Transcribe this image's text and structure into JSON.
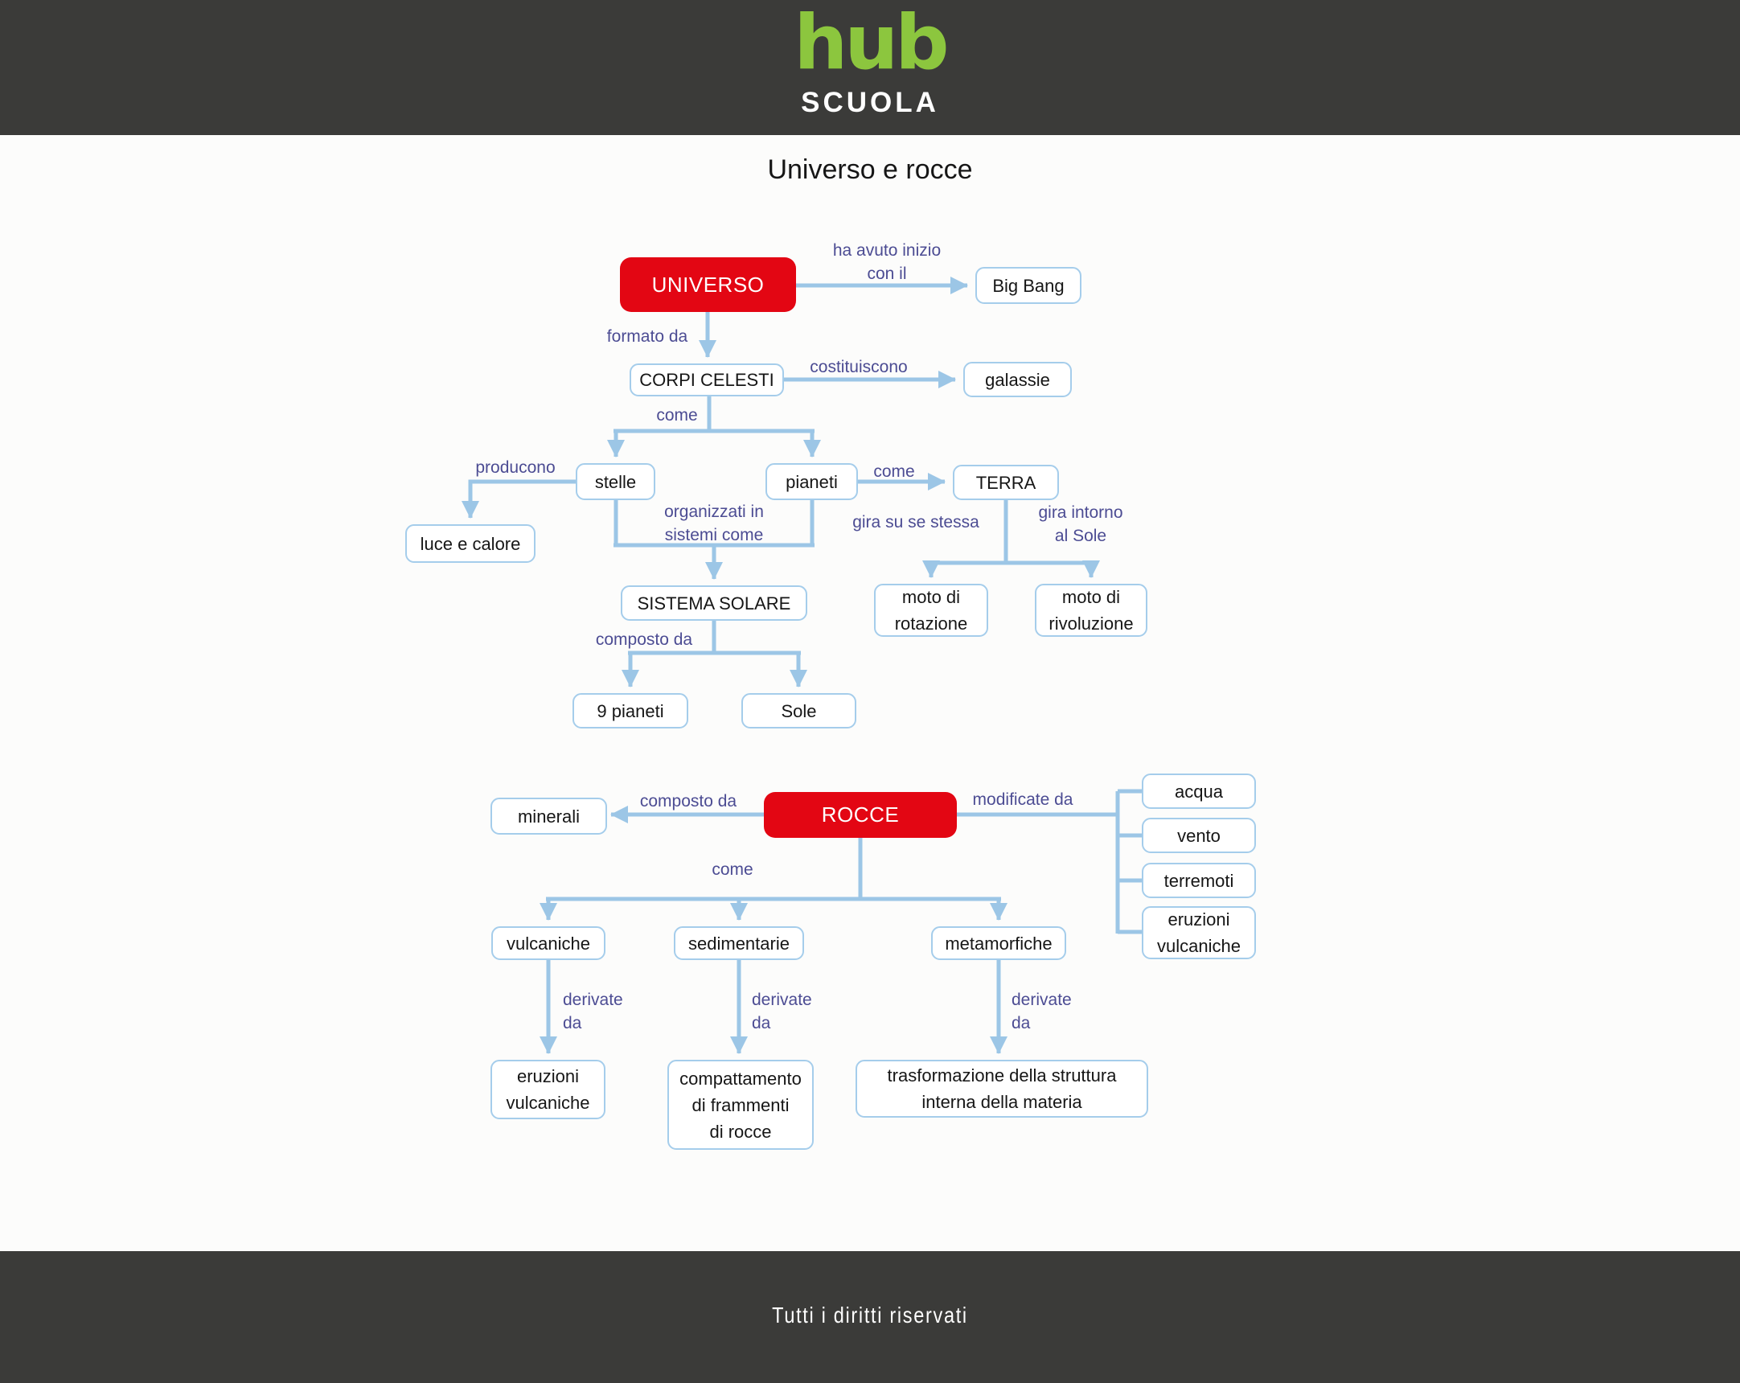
{
  "header": {
    "logo_main": "hub",
    "logo_sub": "SCUOLA"
  },
  "title": "Universo e rocce",
  "footer": {
    "copyright": "Tutti i diritti riservati"
  },
  "map": {
    "nodes": {
      "universo": "UNIVERSO",
      "big_bang": "Big Bang",
      "corpi_celesti": "CORPI CELESTI",
      "galassie": "galassie",
      "stelle": "stelle",
      "pianeti": "pianeti",
      "terra": "TERRA",
      "luce_e_calore": "luce e calore",
      "sistema_solare": "SISTEMA SOLARE",
      "moto_di_rotazione": "moto di\nrotazione",
      "moto_di_rivoluzione": "moto di\nrivoluzione",
      "nove_pianeti": "9 pianeti",
      "sole": "Sole",
      "rocce": "ROCCE",
      "minerali": "minerali",
      "acqua": "acqua",
      "vento": "vento",
      "terremoti": "terremoti",
      "eruzioni_vulcaniche_mod": "eruzioni\nvulcaniche",
      "vulcaniche": "vulcaniche",
      "sedimentarie": "sedimentarie",
      "metamorfiche": "metamorfiche",
      "eruzioni_vulcaniche_der": "eruzioni\nvulcaniche",
      "compattamento": "compattamento\ndi frammenti\ndi rocce",
      "trasformazione": "trasformazione della struttura\ninterna della materia"
    },
    "edge_labels": {
      "ha_avuto_inizio": "ha avuto inizio\ncon il",
      "formato_da": "formato da",
      "costituiscono": "costituiscono",
      "come_corpi": "come",
      "producono": "producono",
      "organizzati": "organizzati in\nsistemi come",
      "come_terra": "come",
      "gira_su_se_stessa": "gira su se stessa",
      "gira_intorno": "gira intorno\nal Sole",
      "composto_da_sistema": "composto da",
      "composto_da_rocce": "composto da",
      "modificate_da": "modificate da",
      "come_rocce": "come",
      "derivate_da_1": "derivate\nda",
      "derivate_da_2": "derivate\nda",
      "derivate_da_3": "derivate\nda"
    },
    "colors": {
      "accent_red": "#e30613",
      "line_blue": "#9cc6e6",
      "node_border_blue": "#a5cdeb",
      "label_purple": "#4c4c93",
      "logo_green": "#8cc63e",
      "band_dark": "#3b3b39"
    }
  }
}
